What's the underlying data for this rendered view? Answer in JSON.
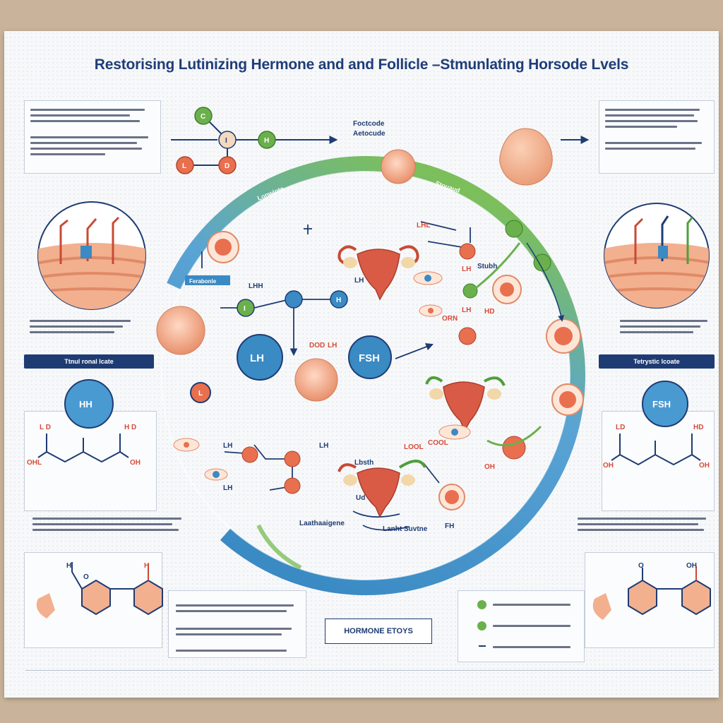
{
  "title": "Restorising Lutinizing Hermone  and  and Follicle –Stmunlating Horsode Lvels",
  "top_labels": {
    "follicle": "Foctcode",
    "acto": "Aetocude"
  },
  "ring_labels": {
    "left": "Lonwiote",
    "right": "Stouaud",
    "tab": "Ferabonle"
  },
  "left_banner": "Ttnul ronal lcate",
  "right_banner": "Tetrystic lcoate",
  "hubs": {
    "lh": "LH",
    "fsh": "FSH",
    "left_small": "HH",
    "right_small": "FSH"
  },
  "node_letters": {
    "c": "C",
    "i": "I",
    "h": "H",
    "l": "L",
    "d": "D",
    "i2": "I",
    "h2": "H",
    "l2": "L"
  },
  "center_labels": {
    "lh_small": "LH",
    "lhh": "LHH",
    "lh_lower": "LH",
    "lh_lower2": "LH",
    "lh_right": "LH",
    "orn": "ORN",
    "lh_ring": "LH",
    "lh_bottom": "LH",
    "lhl": "LHL",
    "lh_tiny": "LH",
    "hd": "HD",
    "cool": "COOL",
    "tool": "LOOL",
    "oh": "OH",
    "lbtr": "Lbsth",
    "ud": "Ud",
    "fh": "FH",
    "dood": "DOD",
    "stub": "Stubh",
    "oh_yellow": "OH",
    "lanotthemone": "Laathaaigene",
    "lenht": "Lanht Suvtne"
  },
  "chem_left": {
    "ld": "L D",
    "hd": "H D",
    "ohl": "OHL",
    "ohr": "OH"
  },
  "chem_right": {
    "ld": "LD",
    "hd": "HD",
    "oh": "OH",
    "oh2": "OH"
  },
  "bottom_chem_left": {
    "h": "H",
    "o": "O",
    "h2": "H"
  },
  "bottom_chem_right": {
    "o": "O",
    "oh": "OH"
  },
  "hormone_box": "HORMONE ETOYS",
  "colors": {
    "navy": "#1e3c73",
    "blue": "#3a8ac4",
    "green": "#6ab04c",
    "orange": "#e8704f",
    "red": "#d64b3a",
    "peach": "#f2b08f"
  }
}
